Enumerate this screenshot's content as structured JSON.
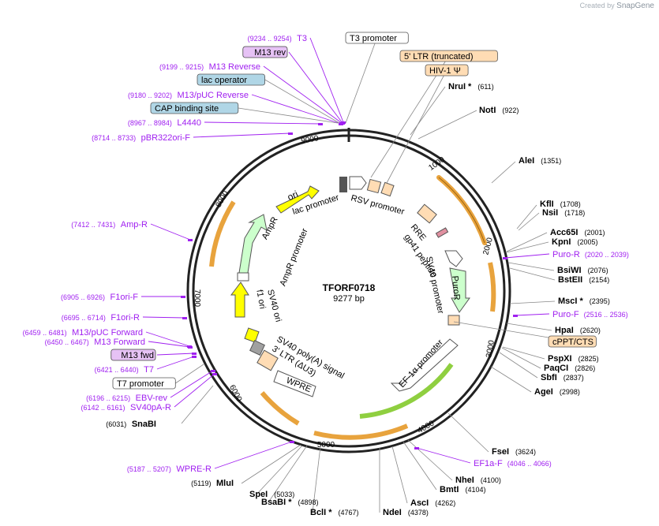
{
  "credit": {
    "prefix": "Created by",
    "brand": "SnapGene"
  },
  "plasmid": {
    "name": "TFORF0718",
    "length": "9277 bp"
  },
  "colors": {
    "primer": "#a020f0",
    "site": "#000000",
    "ori": "#ffff00",
    "resistance": "#ccffcc",
    "ltr": "#ffdcb4",
    "promoter": "#ffffff",
    "regulatory": "#b0d6e6",
    "orange_arc": "#e8a33d",
    "green_arc": "#8fcf40"
  },
  "ticks": [
    "1000",
    "2000",
    "3000",
    "4000",
    "5000",
    "6000",
    "7000",
    "8000",
    "9000"
  ],
  "enzymes": [
    {
      "name": "NruI *",
      "pos": "(611)"
    },
    {
      "name": "NotI",
      "pos": "(922)"
    },
    {
      "name": "AleI",
      "pos": "(1351)"
    },
    {
      "name": "KflI",
      "pos": "(1708)"
    },
    {
      "name": "NsiI",
      "pos": "(1718)"
    },
    {
      "name": "Acc65I",
      "pos": "(2001)"
    },
    {
      "name": "KpnI",
      "pos": "(2005)"
    },
    {
      "name": "BsiWI",
      "pos": "(2076)"
    },
    {
      "name": "BstEII",
      "pos": "(2154)"
    },
    {
      "name": "MscI *",
      "pos": "(2395)"
    },
    {
      "name": "HpaI",
      "pos": "(2620)"
    },
    {
      "name": "PspXI",
      "pos": "(2825)"
    },
    {
      "name": "PaqCI",
      "pos": "(2826)"
    },
    {
      "name": "SbfI",
      "pos": "(2837)"
    },
    {
      "name": "AgeI",
      "pos": "(2998)"
    },
    {
      "name": "FseI",
      "pos": "(3624)"
    },
    {
      "name": "NheI",
      "pos": "(4100)"
    },
    {
      "name": "BmtI",
      "pos": "(4104)"
    },
    {
      "name": "AscI",
      "pos": "(4262)"
    },
    {
      "name": "NdeI",
      "pos": "(4378)"
    },
    {
      "name": "BclI *",
      "pos": "(4767)"
    },
    {
      "name": "BsaBI *",
      "pos": "(4898)"
    },
    {
      "name": "SpeI",
      "pos": "(5033)"
    },
    {
      "name": "MluI",
      "pos": "(5119)"
    },
    {
      "name": "SnaBI",
      "pos": "(6031)"
    }
  ],
  "primers": [
    {
      "name": "T3",
      "range": "(9234 .. 9254)"
    },
    {
      "name": "M13 rev",
      "range": ""
    },
    {
      "name": "M13 Reverse",
      "range": "(9199 .. 9215)"
    },
    {
      "name": "M13/pUC Reverse",
      "range": "(9180 .. 9202)"
    },
    {
      "name": "L4440",
      "range": "(8967 .. 8984)"
    },
    {
      "name": "pBR322ori-F",
      "range": "(8714 .. 8733)"
    },
    {
      "name": "Amp-R",
      "range": "(7412 .. 7431)"
    },
    {
      "name": "F1ori-F",
      "range": "(6905 .. 6926)"
    },
    {
      "name": "F1ori-R",
      "range": "(6695 .. 6714)"
    },
    {
      "name": "M13/pUC Forward",
      "range": "(6459 .. 6481)"
    },
    {
      "name": "M13 Forward",
      "range": "(6450 .. 6467)"
    },
    {
      "name": "M13 fwd",
      "range": ""
    },
    {
      "name": "T7",
      "range": "(6421 .. 6440)"
    },
    {
      "name": "EBV-rev",
      "range": "(6196 .. 6215)"
    },
    {
      "name": "SV40pA-R",
      "range": "(6142 .. 6161)"
    },
    {
      "name": "WPRE-R",
      "range": "(5187 .. 5207)"
    },
    {
      "name": "Puro-R",
      "range": "(2020 .. 2039)"
    },
    {
      "name": "Puro-F",
      "range": "(2516 .. 2536)"
    },
    {
      "name": "EF1a-F",
      "range": "(4046 .. 4066)"
    }
  ],
  "boxed_labels": {
    "t3_promoter": "T3 promoter",
    "ltr5": "5' LTR (truncated)",
    "hiv": "HIV-1 Ψ",
    "lac_operator": "lac operator",
    "cap_site": "CAP binding site",
    "cppt": "cPPT/CTS",
    "t7_promoter": "T7 promoter"
  },
  "features": {
    "ori": "ori",
    "lac_promoter": "lac promoter",
    "rsv_promoter": "RSV promoter",
    "rre": "RRE",
    "gp41": "gp41 peptide",
    "sv40_promoter": "SV40 promoter",
    "puror": "PuroR",
    "ef1a": "EF-1α promoter",
    "wpre": "WPRE",
    "ltr3": "3' LTR (ΔU3)",
    "sv40_polya": "SV40 poly(A) signal",
    "sv40_ori": "SV40 ori",
    "f1_ori": "f1 ori",
    "ampr": "AmpR",
    "ampr_promoter": "AmpR promoter"
  }
}
